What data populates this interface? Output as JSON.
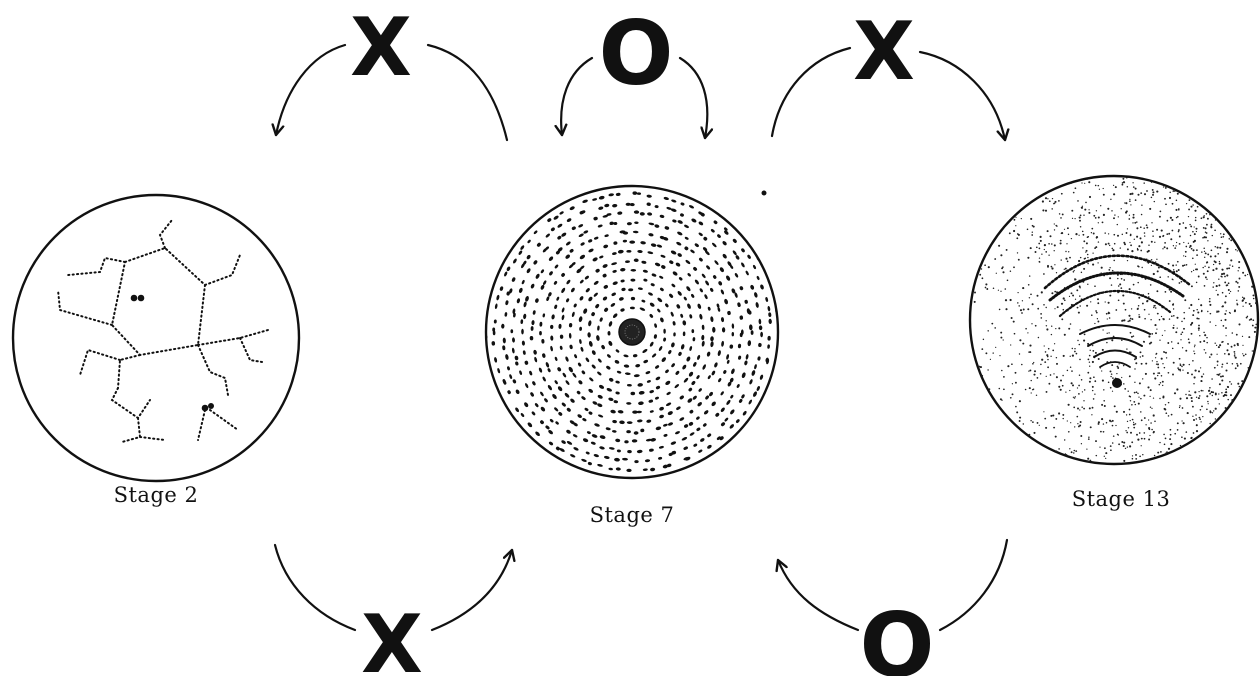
{
  "stages": [
    {
      "id": "stage-2",
      "label": "Stage 2"
    },
    {
      "id": "stage-7",
      "label": "Stage 7"
    },
    {
      "id": "stage-13",
      "label": "Stage 13"
    }
  ],
  "symbols": {
    "top_left": "X",
    "top_middle": "O",
    "top_right": "X",
    "bottom_left": "X",
    "bottom_right": "O"
  },
  "colors": {
    "ink": "#111111",
    "background": "#ffffff"
  }
}
